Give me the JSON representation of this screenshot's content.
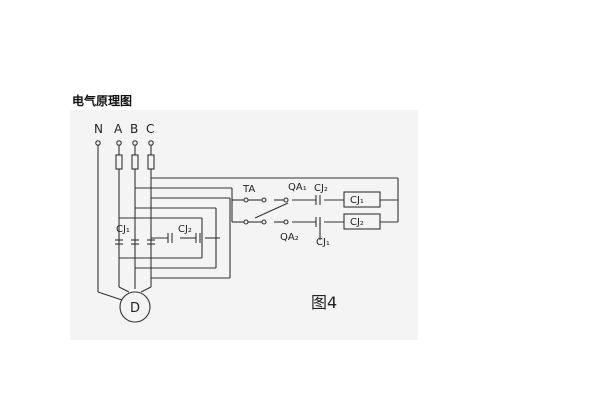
{
  "title": "电气原理图",
  "figure_label": "图4",
  "terminals": [
    "N",
    "A",
    "B",
    "C"
  ],
  "components": {
    "motor": "D",
    "contactor_main": "CJ₁",
    "contactor_second": "CJ₂",
    "switch_ta": "TA",
    "switch_qa1": "QA₁",
    "switch_qa2": "QA₂",
    "contact_cj2": "CJ₂",
    "contact_cj1": "CJ₁",
    "coil_cj1": "CJ₁",
    "coil_cj2": "CJ₂"
  }
}
